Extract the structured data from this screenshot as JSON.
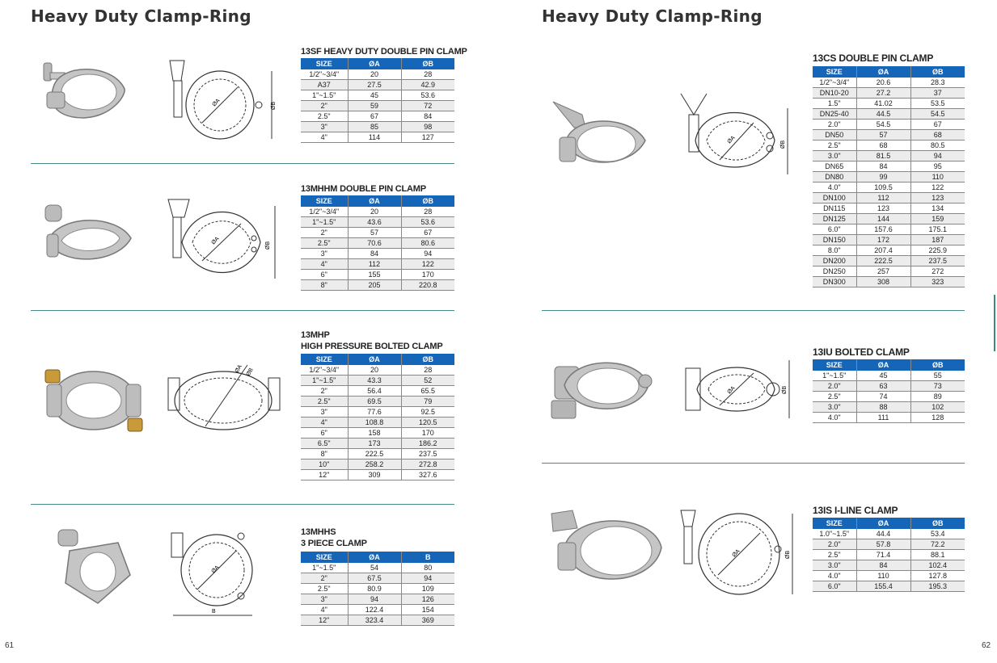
{
  "left_page": {
    "title": "Heavy Duty Clamp-Ring",
    "page_number": "61",
    "sections": [
      {
        "title_lines": [
          "13SF HEAVY DUTY DOUBLE PIN CLAMP"
        ],
        "headers": [
          "SIZE",
          "ØA",
          "ØB"
        ],
        "rows": [
          [
            "1/2\"~3/4\"",
            "20",
            "28"
          ],
          [
            "A37",
            "27.5",
            "42.9"
          ],
          [
            "1\"~1.5\"",
            "45",
            "53.6"
          ],
          [
            "2\"",
            "59",
            "72"
          ],
          [
            "2.5\"",
            "67",
            "84"
          ],
          [
            "3\"",
            "85",
            "98"
          ],
          [
            "4\"",
            "114",
            "127"
          ]
        ]
      },
      {
        "title_lines": [
          "13MHHM DOUBLE PIN CLAMP"
        ],
        "headers": [
          "SIZE",
          "ØA",
          "ØB"
        ],
        "rows": [
          [
            "1/2\"~3/4\"",
            "20",
            "28"
          ],
          [
            "1\"~1.5\"",
            "43.6",
            "53.6"
          ],
          [
            "2\"",
            "57",
            "67"
          ],
          [
            "2.5\"",
            "70.6",
            "80.6"
          ],
          [
            "3\"",
            "84",
            "94"
          ],
          [
            "4\"",
            "112",
            "122"
          ],
          [
            "6\"",
            "155",
            "170"
          ],
          [
            "8\"",
            "205",
            "220.8"
          ]
        ]
      },
      {
        "title_lines": [
          "13MHP",
          "HIGH PRESSURE BOLTED CLAMP"
        ],
        "headers": [
          "SIZE",
          "ØA",
          "ØB"
        ],
        "rows": [
          [
            "1/2\"~3/4\"",
            "20",
            "28"
          ],
          [
            "1\"~1.5\"",
            "43.3",
            "52"
          ],
          [
            "2\"",
            "56.4",
            "65.5"
          ],
          [
            "2.5\"",
            "69.5",
            "79"
          ],
          [
            "3\"",
            "77.6",
            "92.5"
          ],
          [
            "4\"",
            "108.8",
            "120.5"
          ],
          [
            "6\"",
            "158",
            "170"
          ],
          [
            "6.5\"",
            "173",
            "186.2"
          ],
          [
            "8\"",
            "222.5",
            "237.5"
          ],
          [
            "10\"",
            "258.2",
            "272.8"
          ],
          [
            "12\"",
            "309",
            "327.6"
          ]
        ]
      },
      {
        "title_lines": [
          "13MHHS",
          "3 PIECE CLAMP"
        ],
        "headers": [
          "SIZE",
          "ØA",
          "B"
        ],
        "rows": [
          [
            "1\"~1.5\"",
            "54",
            "80"
          ],
          [
            "2\"",
            "67.5",
            "94"
          ],
          [
            "2.5\"",
            "80.9",
            "109"
          ],
          [
            "3\"",
            "94",
            "126"
          ],
          [
            "4\"",
            "122.4",
            "154"
          ],
          [
            "12\"",
            "323.4",
            "369"
          ]
        ]
      }
    ]
  },
  "right_page": {
    "title": "Heavy Duty Clamp-Ring",
    "page_number": "62",
    "sections": [
      {
        "title_lines": [
          "13CS DOUBLE PIN CLAMP"
        ],
        "headers": [
          "SIZE",
          "ØA",
          "ØB"
        ],
        "rows": [
          [
            "1/2\"~3/4\"",
            "20.6",
            "28.3"
          ],
          [
            "DN10-20",
            "27.2",
            "37"
          ],
          [
            "1.5\"",
            "41.02",
            "53.5"
          ],
          [
            "DN25-40",
            "44.5",
            "54.5"
          ],
          [
            "2.0\"",
            "54.5",
            "67"
          ],
          [
            "DN50",
            "57",
            "68"
          ],
          [
            "2.5\"",
            "68",
            "80.5"
          ],
          [
            "3.0\"",
            "81.5",
            "94"
          ],
          [
            "DN65",
            "84",
            "95"
          ],
          [
            "DN80",
            "99",
            "110"
          ],
          [
            "4.0\"",
            "109.5",
            "122"
          ],
          [
            "DN100",
            "112",
            "123"
          ],
          [
            "DN115",
            "123",
            "134"
          ],
          [
            "DN125",
            "144",
            "159"
          ],
          [
            "6.0\"",
            "157.6",
            "175.1"
          ],
          [
            "DN150",
            "172",
            "187"
          ],
          [
            "8.0\"",
            "207.4",
            "225.9"
          ],
          [
            "DN200",
            "222.5",
            "237.5"
          ],
          [
            "DN250",
            "257",
            "272"
          ],
          [
            "DN300",
            "308",
            "323"
          ]
        ]
      },
      {
        "title_lines": [
          "13IU BOLTED CLAMP"
        ],
        "headers": [
          "SIZE",
          "ØA",
          "ØB"
        ],
        "rows": [
          [
            "1\"~1.5\"",
            "45",
            "55"
          ],
          [
            "2.0\"",
            "63",
            "73"
          ],
          [
            "2.5\"",
            "74",
            "89"
          ],
          [
            "3.0\"",
            "88",
            "102"
          ],
          [
            "4.0\"",
            "111",
            "128"
          ]
        ]
      },
      {
        "title_lines": [
          "13IS I-LINE CLAMP"
        ],
        "headers": [
          "SIZE",
          "ØA",
          "ØB"
        ],
        "rows": [
          [
            "1.0\"~1.5\"",
            "44.4",
            "53.4"
          ],
          [
            "2.0\"",
            "57.8",
            "72.2"
          ],
          [
            "2.5\"",
            "71.4",
            "88.1"
          ],
          [
            "3.0\"",
            "84",
            "102.4"
          ],
          [
            "4.0\"",
            "110",
            "127.8"
          ],
          [
            "6.0\"",
            "155.4",
            "195.3"
          ]
        ]
      }
    ]
  },
  "drawing_labels": {
    "dia_a": "ØA",
    "dia_b": "ØB",
    "b": "B"
  }
}
